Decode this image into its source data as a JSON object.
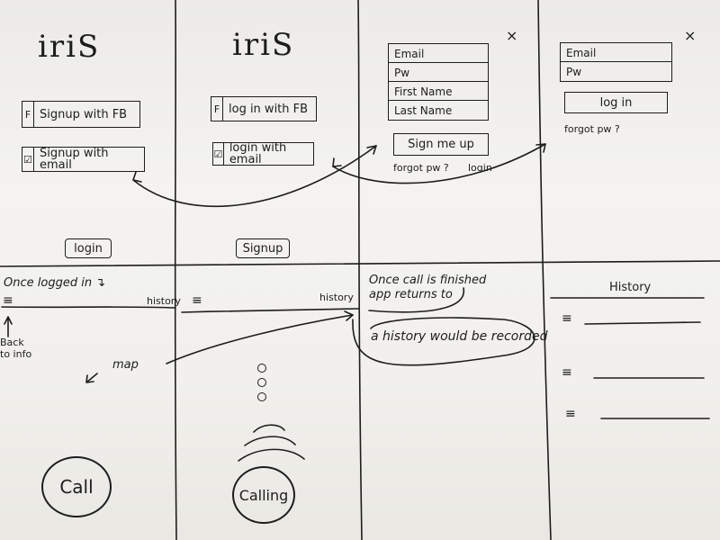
{
  "brand": {
    "logo": "iriS"
  },
  "screen1": {
    "signup_fb": {
      "icon": "F",
      "label": "Signup with FB"
    },
    "signup_email": {
      "label": "Signup with email"
    },
    "login_button": "login"
  },
  "screen2": {
    "login_fb": {
      "icon": "F",
      "label": "log in with FB"
    },
    "login_email": {
      "label": "login with email"
    },
    "signup_button": "Signup"
  },
  "screen3": {
    "close": "×",
    "fields": [
      "Email",
      "Pw",
      "First Name",
      "Last Name"
    ],
    "submit": "Sign me up",
    "forgot": "forgot pw ?",
    "login_link": "login"
  },
  "screen4": {
    "close": "×",
    "fields": [
      "Email",
      "Pw"
    ],
    "submit": "log in",
    "forgot": "forgot pw ?"
  },
  "notes": {
    "logged_in": "Once logged in ↴",
    "back_to_info": "Back to info",
    "map": "map",
    "call_finished": "Once call is finished app returns to",
    "history_recorded": "a history would be recorded"
  },
  "screen5": {
    "history_link": "history",
    "call_button": "Call"
  },
  "screen6": {
    "history_link": "history",
    "calling": "Calling"
  },
  "screen8": {
    "title": "History"
  },
  "icons": {
    "menu": "hamburger-icon",
    "checkbox": "checkbox-icon",
    "close": "close-icon",
    "arrow": "arrow-icon"
  }
}
